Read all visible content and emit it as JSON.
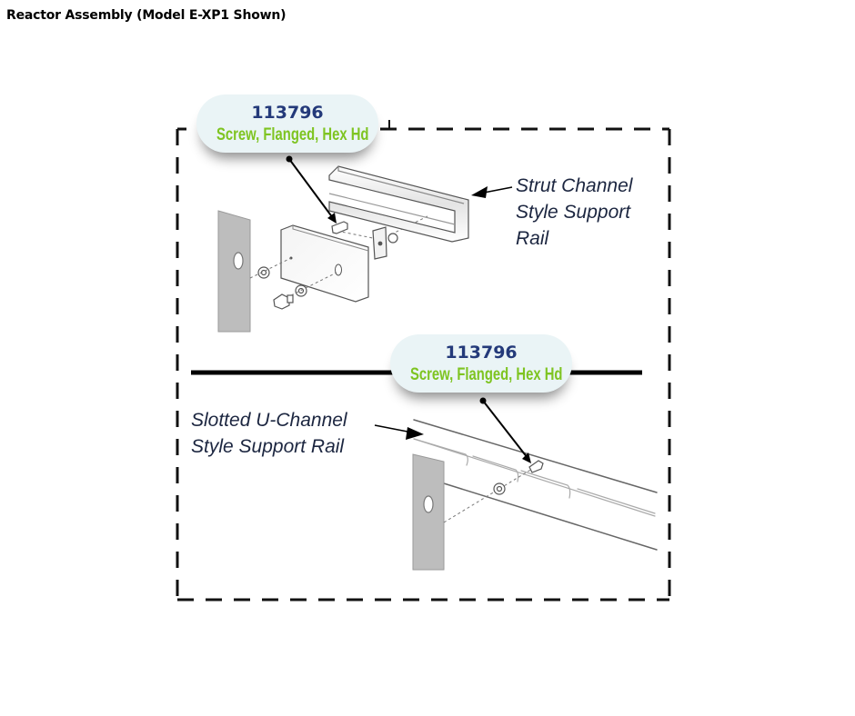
{
  "page": {
    "title": "Reactor Assembly (Model E-XP1 Shown)"
  },
  "callouts": [
    {
      "part_number": "113796",
      "description": "Screw, Flanged, Hex Hd"
    },
    {
      "part_number": "113796",
      "description": "Screw, Flanged, Hex Hd"
    }
  ],
  "labels": {
    "strut_rail": "Strut Channel\nStyle Support\nRail",
    "u_channel_rail": "Slotted U-Channel\nStyle Support Rail"
  },
  "colors": {
    "part_number": "#243a7a",
    "description": "#7ec421",
    "callout_bg": "#eaf4f6",
    "label_text": "#1c2640",
    "bracket_gray": "#bdbdbd"
  }
}
